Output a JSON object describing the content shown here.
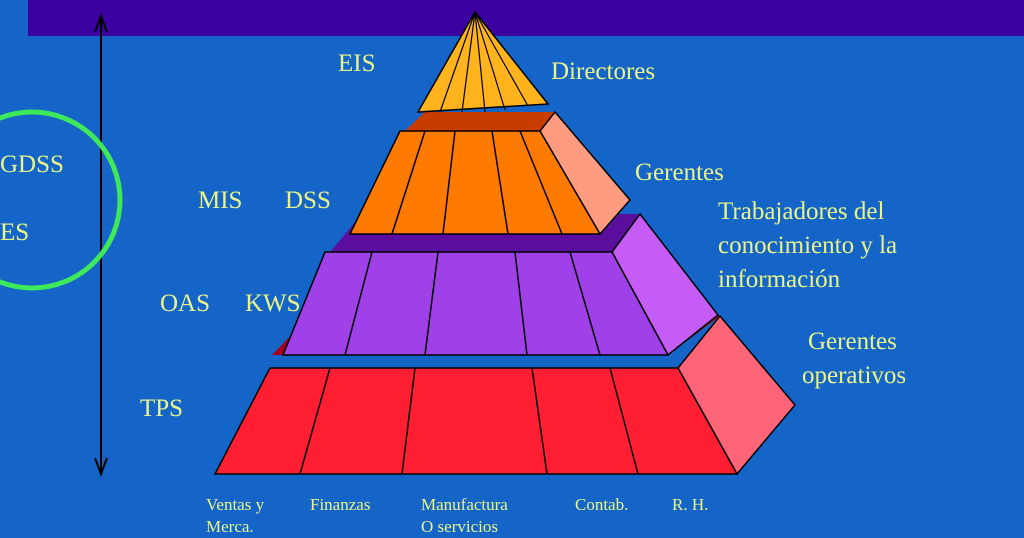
{
  "colors": {
    "background": "#1565c8",
    "top_band": "#3a00a0",
    "text": "#e9f58a",
    "circle": "#3ee85a",
    "level_eis": "#ffb41e",
    "level_mis": "#ff7a00",
    "level_oas": "#a040e8",
    "level_tps": "#ff1e32"
  },
  "left_circle": {
    "items": [
      "GDSS",
      "ES"
    ]
  },
  "levels": [
    {
      "systems": [
        "EIS"
      ],
      "audience_lines": [
        "Directores"
      ]
    },
    {
      "systems": [
        "MIS",
        "DSS"
      ],
      "audience_lines": [
        "Gerentes"
      ]
    },
    {
      "systems": [
        "OAS",
        "KWS"
      ],
      "audience_lines": [
        "Trabajadores del",
        "conocimiento y la",
        "información"
      ]
    },
    {
      "systems": [
        "TPS"
      ],
      "audience_lines": [
        "Gerentes",
        "operativos"
      ]
    }
  ],
  "functional_areas": [
    {
      "lines": [
        "Ventas y",
        "Merca."
      ]
    },
    {
      "lines": [
        "Finanzas"
      ]
    },
    {
      "lines": [
        "Manufactura",
        "O servicios"
      ]
    },
    {
      "lines": [
        "Contab."
      ]
    },
    {
      "lines": [
        "R. H."
      ]
    }
  ]
}
